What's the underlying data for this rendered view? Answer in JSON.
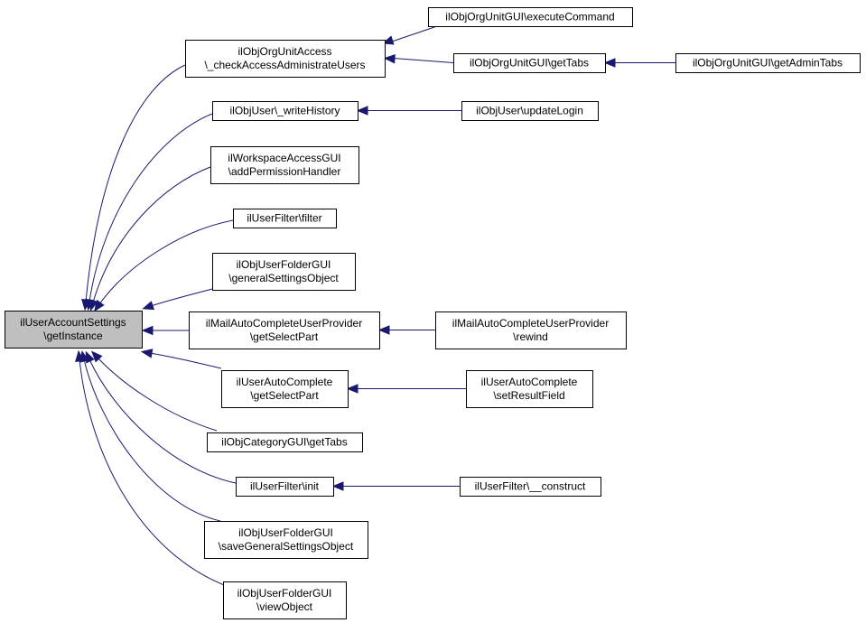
{
  "colors": {
    "edge": "#191970",
    "node_fill": "#ffffff",
    "root_fill": "#bfbfbf",
    "node_border": "#000000"
  },
  "nodes": [
    {
      "id": "root",
      "lines": [
        "ilUserAccountSettings",
        "\\getInstance"
      ],
      "root": true
    },
    {
      "id": "n1",
      "lines": [
        "ilObjOrgUnitAccess",
        "\\_checkAccessAdministrateUsers"
      ]
    },
    {
      "id": "n2",
      "lines": [
        "ilObjUser\\_writeHistory"
      ]
    },
    {
      "id": "n3",
      "lines": [
        "ilWorkspaceAccessGUI",
        "\\addPermissionHandler"
      ]
    },
    {
      "id": "n4",
      "lines": [
        "ilUserFilter\\filter"
      ]
    },
    {
      "id": "n5",
      "lines": [
        "ilObjUserFolderGUI",
        "\\generalSettingsObject"
      ]
    },
    {
      "id": "n6",
      "lines": [
        "ilMailAutoCompleteUserProvider",
        "\\getSelectPart"
      ]
    },
    {
      "id": "n7",
      "lines": [
        "ilUserAutoComplete",
        "\\getSelectPart"
      ]
    },
    {
      "id": "n8",
      "lines": [
        "ilObjCategoryGUI\\getTabs"
      ]
    },
    {
      "id": "n9",
      "lines": [
        "ilUserFilter\\init"
      ]
    },
    {
      "id": "n10",
      "lines": [
        "ilObjUserFolderGUI",
        "\\saveGeneralSettingsObject"
      ]
    },
    {
      "id": "n11",
      "lines": [
        "ilObjUserFolderGUI",
        "\\viewObject"
      ]
    },
    {
      "id": "m1",
      "lines": [
        "ilObjOrgUnitGUI\\executeCommand"
      ]
    },
    {
      "id": "m2",
      "lines": [
        "ilObjOrgUnitGUI\\getTabs"
      ]
    },
    {
      "id": "m3",
      "lines": [
        "ilObjUser\\updateLogin"
      ]
    },
    {
      "id": "m4",
      "lines": [
        "ilMailAutoCompleteUserProvider",
        "\\rewind"
      ]
    },
    {
      "id": "m5",
      "lines": [
        "ilUserAutoComplete",
        "\\setResultField"
      ]
    },
    {
      "id": "m6",
      "lines": [
        "ilUserFilter\\__construct"
      ]
    },
    {
      "id": "k1",
      "lines": [
        "ilObjOrgUnitGUI\\getAdminTabs"
      ]
    }
  ],
  "edges": [
    {
      "from": "n1",
      "to": "root"
    },
    {
      "from": "n2",
      "to": "root"
    },
    {
      "from": "n3",
      "to": "root"
    },
    {
      "from": "n4",
      "to": "root"
    },
    {
      "from": "n5",
      "to": "root"
    },
    {
      "from": "n6",
      "to": "root"
    },
    {
      "from": "n7",
      "to": "root"
    },
    {
      "from": "n8",
      "to": "root"
    },
    {
      "from": "n9",
      "to": "root"
    },
    {
      "from": "n10",
      "to": "root"
    },
    {
      "from": "n11",
      "to": "root"
    },
    {
      "from": "m1",
      "to": "n1"
    },
    {
      "from": "m2",
      "to": "n1"
    },
    {
      "from": "m3",
      "to": "n2"
    },
    {
      "from": "m4",
      "to": "n6"
    },
    {
      "from": "m5",
      "to": "n7"
    },
    {
      "from": "m6",
      "to": "n9"
    },
    {
      "from": "k1",
      "to": "m2"
    }
  ]
}
